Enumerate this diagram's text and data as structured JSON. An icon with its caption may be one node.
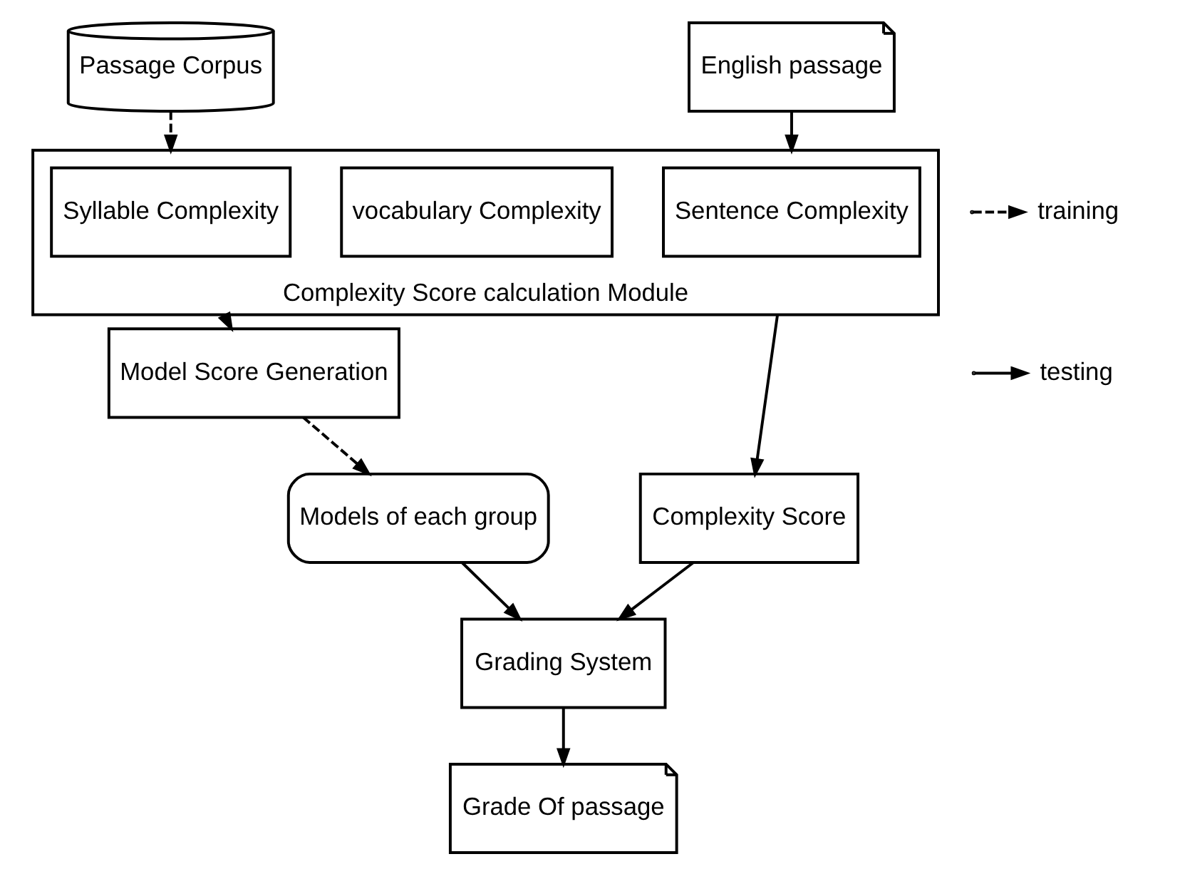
{
  "diagram": {
    "nodes": [
      {
        "text": [
          "Passage Corpus"
        ]
      },
      {
        "text": [
          "English passage"
        ]
      },
      {
        "text": [
          "Complexity Score calculation Module"
        ]
      },
      {
        "text": [
          "Syllable Complexity"
        ],
        "in": 2
      },
      {
        "text": [
          "vocabulary Complexity"
        ],
        "in": 2
      },
      {
        "text": [
          "Sentence Complexity"
        ],
        "in": 2
      },
      {
        "text": [
          "Model Score Generation"
        ]
      },
      {
        "text": [
          "Complexity Score"
        ]
      },
      {
        "text": [
          "Models of each group"
        ]
      },
      {
        "text": [
          "Grading System"
        ]
      },
      {
        "text": [
          "Grade Of passage"
        ]
      }
    ],
    "edges": [
      {
        "from": 0,
        "to": 2,
        "arrow": "to",
        "style": "dashed"
      },
      {
        "from": 1,
        "to": 2,
        "arrow": "to"
      },
      {
        "from": 2,
        "to": 6,
        "arrow": "to",
        "style": "dashed"
      },
      {
        "from": 2,
        "to": 7,
        "arrow": "to"
      },
      {
        "from": 6,
        "to": 8,
        "arrow": "to",
        "style": "dashed"
      },
      {
        "from": 7,
        "to": 9,
        "arrow": "to"
      },
      {
        "from": 8,
        "to": 9,
        "arrow": "to"
      },
      {
        "from": 9,
        "to": 10,
        "arrow": "to"
      }
    ],
    "legend": [
      {
        "text": "training"
      },
      {
        "text": "testing"
      }
    ]
  }
}
